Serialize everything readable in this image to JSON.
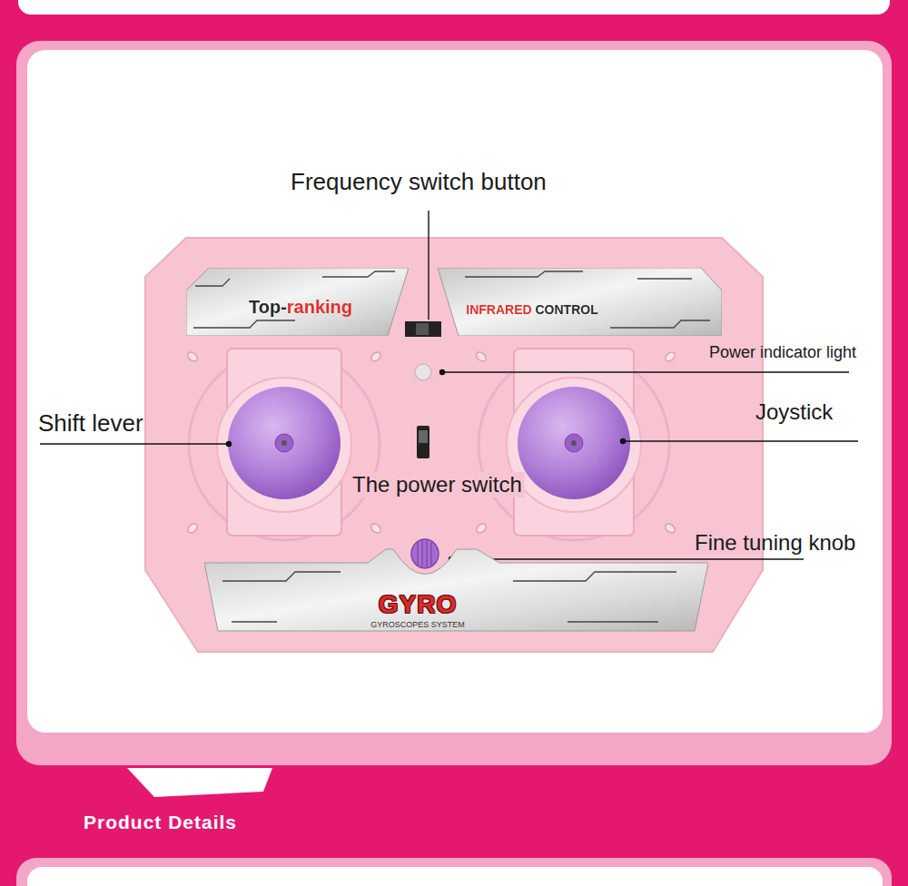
{
  "diagram": {
    "nodes": [
      {
        "text": [
          "Top-ranking"
        ]
      },
      {
        "text": [
          "INFRARED CONTROL"
        ]
      },
      {
        "text": [
          "GYRO",
          "GYROSCOPES SYSTEM"
        ]
      }
    ],
    "labels": [
      "Frequency switch button",
      "Power indicator light",
      "Shift lever",
      "Joystick",
      "The power switch",
      "Fine tuning knob",
      "Product Details"
    ]
  }
}
